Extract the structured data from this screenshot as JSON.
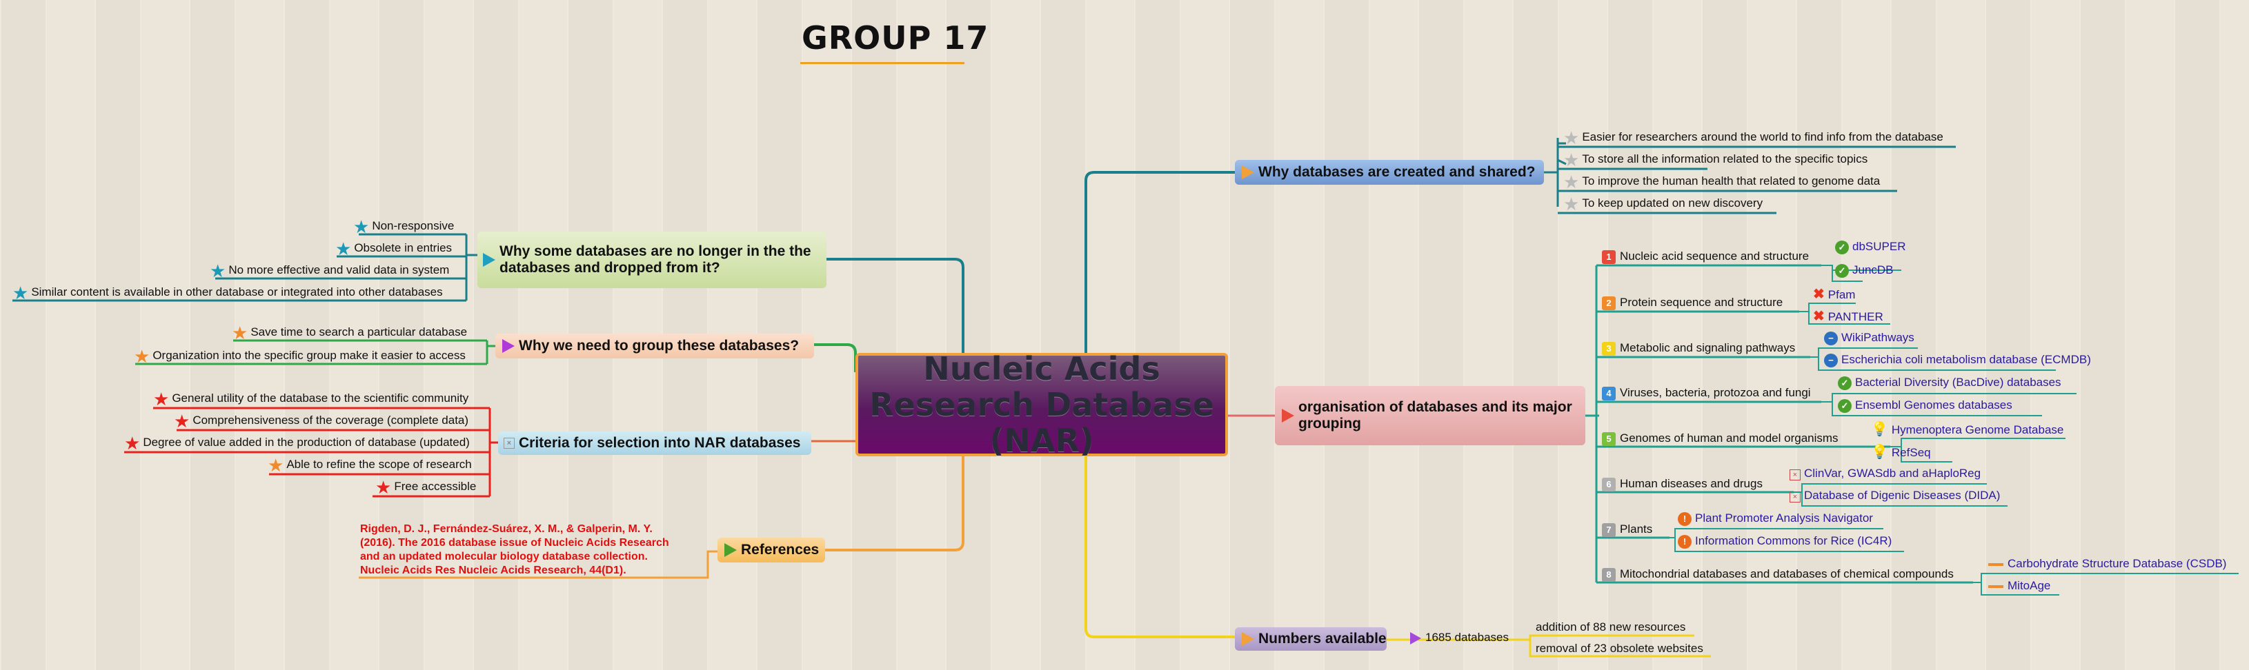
{
  "page_title": "GROUP 17",
  "central_topic": "Nucleic Acids Research Database (NAR)",
  "branches": {
    "why_created": {
      "label": "Why databases are created and shared?",
      "items": [
        "Easier for researchers around the world to find info from the database",
        "To store all the information related to the specific topics",
        "To improve the human health that related to genome data",
        "To keep updated on new discovery"
      ]
    },
    "organisation": {
      "label": "organisation of databases and its major grouping",
      "groups": [
        {
          "num": "1",
          "label": "Nucleic acid sequence and structure",
          "items": [
            "dbSUPER",
            "JuncDB"
          ]
        },
        {
          "num": "2",
          "label": "Protein sequence and structure",
          "items": [
            "Pfam",
            "PANTHER"
          ]
        },
        {
          "num": "3",
          "label": "Metabolic and signaling pathways",
          "items": [
            "WikiPathways",
            "Escherichia coli metabolism database (ECMDB)"
          ]
        },
        {
          "num": "4",
          "label": "Viruses, bacteria, protozoa and fungi",
          "items": [
            "Bacterial Diversity (BacDive) databases",
            "Ensembl Genomes databases"
          ]
        },
        {
          "num": "5",
          "label": "Genomes of human and model organisms",
          "items": [
            "Hymenoptera Genome Database",
            "RefSeq"
          ]
        },
        {
          "num": "6",
          "label": "Human diseases and drugs",
          "items": [
            "ClinVar, GWASdb and aHaploReg",
            "Database of Digenic Diseases (DIDA)"
          ]
        },
        {
          "num": "7",
          "label": "Plants",
          "items": [
            "Plant Promoter Analysis Navigator",
            "Information Commons for Rice (IC4R)"
          ]
        },
        {
          "num": "8",
          "label": "Mitochondrial databases and databases of chemical compounds",
          "items": [
            "Carbohydrate Structure Database (CSDB)",
            "MitoAge"
          ]
        }
      ]
    },
    "numbers": {
      "label": "Numbers available",
      "sub_label": "1685 databases",
      "items": [
        "addition of 88 new resources",
        "removal of 23 obsolete websites"
      ]
    },
    "dropped": {
      "label": "Why some databases are no longer in the the databases and dropped from it?",
      "items": [
        "Non-responsive",
        "Obsolete in entries",
        "No more effective and valid data in system",
        "Similar content is available in other database or integrated into other databases"
      ]
    },
    "group_need": {
      "label": "Why we need to group these databases?",
      "items": [
        "Save time to search a particular database",
        "Organization into the specific group make it easier to access"
      ]
    },
    "criteria": {
      "label": "Criteria for selection into NAR databases",
      "items": [
        "General utility of the database to the scientific community",
        "Comprehensiveness of the coverage (complete data)",
        "Degree of value added in the production of database (updated)",
        "Able to refine the scope of research",
        "Free accessible"
      ]
    },
    "references": {
      "label": "References",
      "citation": [
        "Rigden, D. J., Fernández-Suárez, X. M., & Galperin, M. Y.",
        "(2016). The 2016 database issue of Nucleic Acids Research",
        "and an updated molecular biology database collection.",
        "Nucleic Acids Res Nucleic Acids Research, 44(D1)."
      ]
    }
  },
  "colors": {
    "teal": "#1a8c9a",
    "green": "#2fa84a",
    "red": "#e8231d",
    "orange": "#f2a13a",
    "yellow": "#f2d21a",
    "purple_node": "#b9a8d0",
    "blue_node": "#7fa6dc",
    "pink_node": "#e8b0b0"
  },
  "icons": {
    "why_created_items": "grey-star-icon",
    "dropped_items": "blue-star-icon",
    "group_need_items": "orange-star-icon",
    "criteria_items": "red-star-icon",
    "group1_items": "green-check-icon",
    "group2_items": "red-x-icon",
    "group3_items": "blue-minus-icon",
    "group4_items": "green-check-icon",
    "group5_items": "lightbulb-icon",
    "group6_items": "broken-image-icon",
    "group7_items": "orange-exclamation-icon",
    "group8_items": "orange-dash-icon"
  }
}
